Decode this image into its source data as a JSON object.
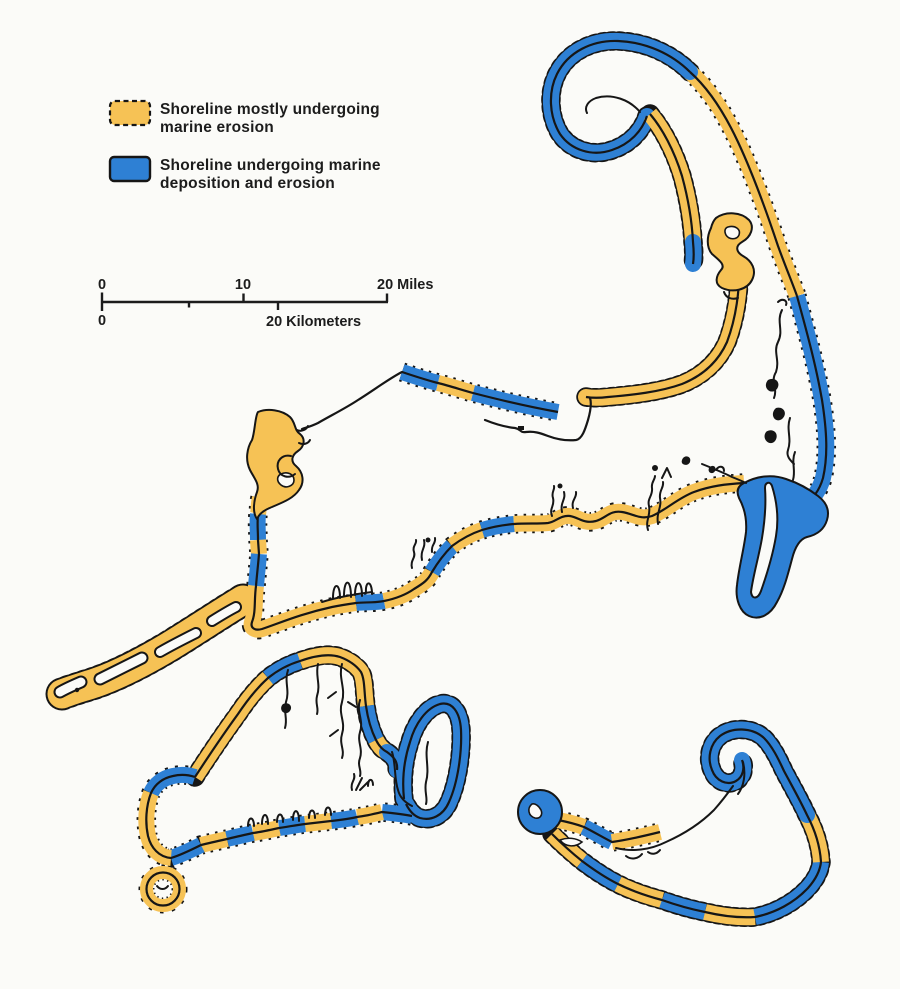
{
  "legend": {
    "erosion": {
      "line1": "Shoreline mostly undergoing",
      "line2": "marine erosion"
    },
    "deposition": {
      "line1": "Shoreline undergoing marine",
      "line2": "deposition and erosion"
    }
  },
  "scale_bar": {
    "miles_zero": "0",
    "miles_ten": "10",
    "miles_twenty": "20 Miles",
    "km_zero": "0",
    "km_twenty": "20 Kilometers"
  },
  "colors": {
    "erosion": "#f6c255",
    "deposition": "#2e80d4",
    "ink": "#161616",
    "bg": "#fbfbf8"
  }
}
